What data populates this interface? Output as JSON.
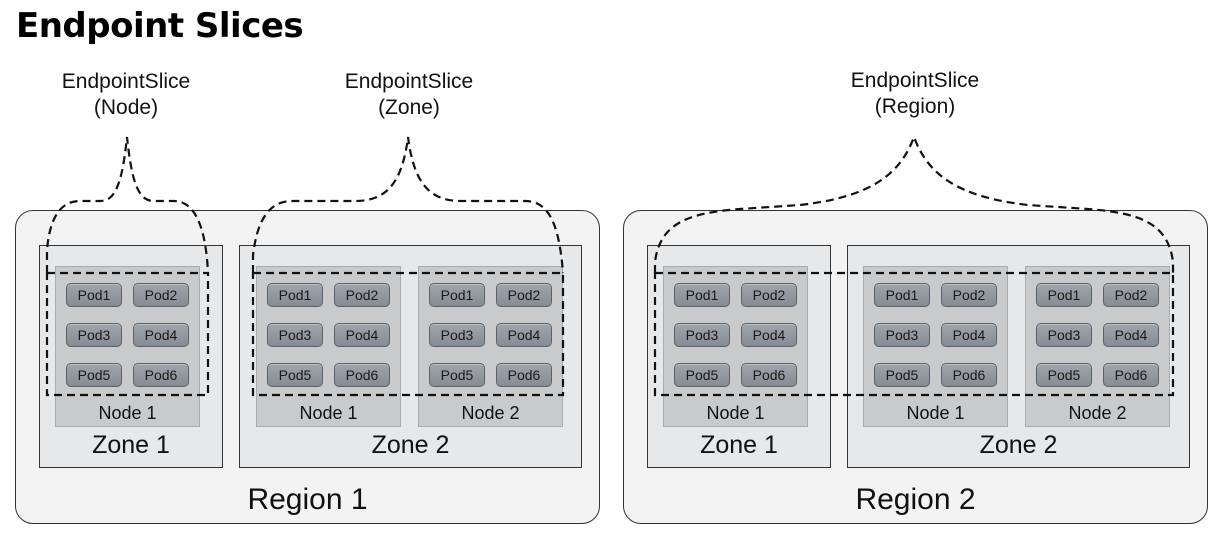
{
  "title": "Endpoint Slices",
  "slice_labels": [
    {
      "line1": "EndpointSlice",
      "line2": "(Node)"
    },
    {
      "line1": "EndpointSlice",
      "line2": "(Zone)"
    },
    {
      "line1": "EndpointSlice",
      "line2": "(Region)"
    }
  ],
  "regions": [
    {
      "label": "Region 1",
      "zones": [
        {
          "label": "Zone 1",
          "nodes": [
            {
              "label": "Node 1",
              "pods": [
                "Pod1",
                "Pod2",
                "Pod3",
                "Pod4",
                "Pod5",
                "Pod6"
              ]
            }
          ]
        },
        {
          "label": "Zone 2",
          "nodes": [
            {
              "label": "Node 1",
              "pods": [
                "Pod1",
                "Pod2",
                "Pod3",
                "Pod4",
                "Pod5",
                "Pod6"
              ]
            },
            {
              "label": "Node 2",
              "pods": [
                "Pod1",
                "Pod2",
                "Pod3",
                "Pod4",
                "Pod5",
                "Pod6"
              ]
            }
          ]
        }
      ]
    },
    {
      "label": "Region 2",
      "zones": [
        {
          "label": "Zone 1",
          "nodes": [
            {
              "label": "Node 1",
              "pods": [
                "Pod1",
                "Pod2",
                "Pod3",
                "Pod4",
                "Pod5",
                "Pod6"
              ]
            }
          ]
        },
        {
          "label": "Zone 2",
          "nodes": [
            {
              "label": "Node 1",
              "pods": [
                "Pod1",
                "Pod2",
                "Pod3",
                "Pod4",
                "Pod5",
                "Pod6"
              ]
            },
            {
              "label": "Node 2",
              "pods": [
                "Pod1",
                "Pod2",
                "Pod3",
                "Pod4",
                "Pod5",
                "Pod6"
              ]
            }
          ]
        }
      ]
    }
  ]
}
